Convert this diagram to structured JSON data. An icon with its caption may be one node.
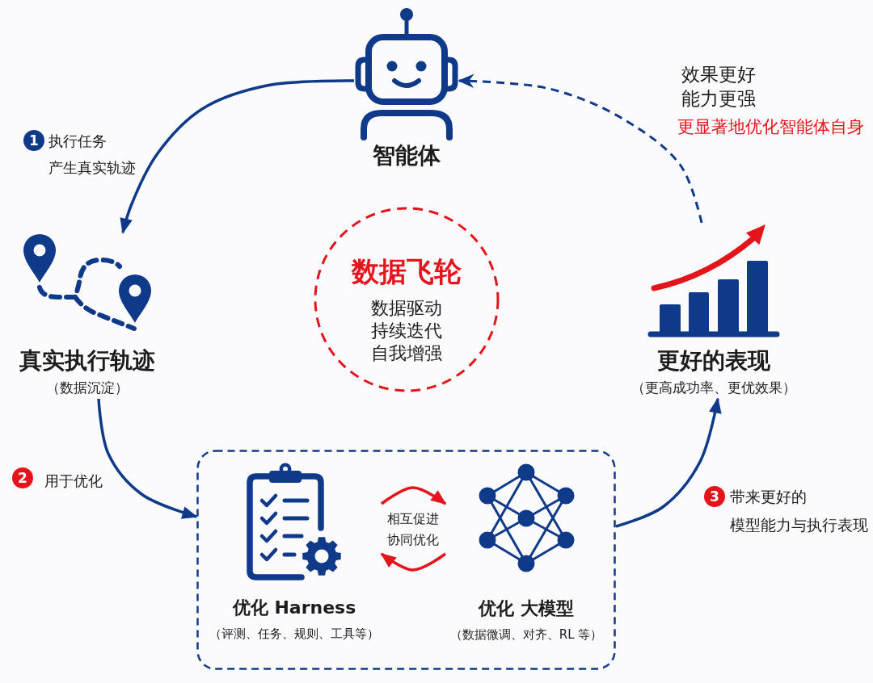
{
  "diagram": {
    "nodes": [
      {
        "text": [
          "智能体"
        ]
      },
      {
        "text": [
          "真实执行轨迹",
          "（数据沉淀）"
        ]
      },
      {
        "text": [
          "数据飞轮",
          "数据驱动持续迭代自我增强"
        ]
      },
      {
        "text": [
          "更好的表现",
          "（更高成功率、更优效果）"
        ]
      },
      {
        "text": [],
        "shape": "box"
      },
      {
        "text": [
          "优化 Harness",
          "（评测、任务、规则、工具等）"
        ],
        "in": 4
      },
      {
        "text": [
          "优化 大模型",
          "（数据微调、对齐、RL 等）"
        ],
        "in": 4
      }
    ],
    "edges": [
      {
        "from": 0,
        "to": 1,
        "arrow": "to"
      },
      {
        "from": 1,
        "to": 4,
        "arrow": "to"
      },
      {
        "from": 4,
        "to": 3,
        "arrow": "to"
      },
      {
        "from": 3,
        "to": 0,
        "arrow": "to",
        "style": "dashed"
      },
      {
        "from": 5,
        "to": 6,
        "arrow": "to",
        "color": "#e5141b"
      },
      {
        "from": 6,
        "to": 5,
        "arrow": "to",
        "color": "#e5141b"
      }
    ],
    "labels": [
      "效果更好能力更强",
      "更显著地优化智能体自身",
      "1",
      "执行任务产生真实轨迹",
      "2",
      "用于优化",
      "3",
      "带来更好的模型能力与执行表现",
      "相互促进协同优化"
    ]
  }
}
